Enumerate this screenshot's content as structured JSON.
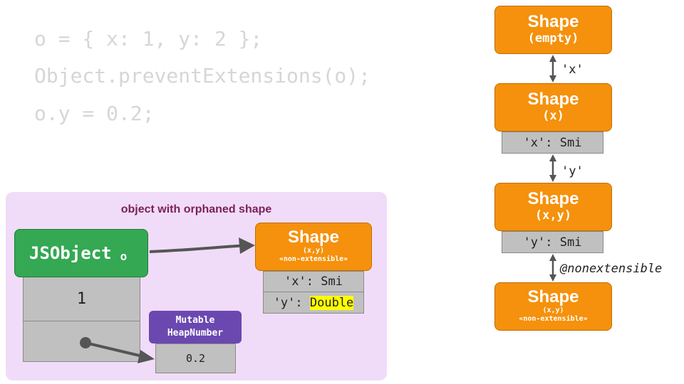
{
  "code_lines": [
    "o = { x: 1, y: 2 };",
    "Object.preventExtensions(o);",
    "o.y = 0.2;"
  ],
  "panel": {
    "title": "object with orphaned shape",
    "jsobject": {
      "label": "JSObject",
      "sub": "o"
    },
    "slot_value": "1",
    "orphan_shape": {
      "title": "Shape",
      "fields": "(x,y)",
      "note": "«non-extensible»",
      "props": [
        {
          "key": "'x': ",
          "type": "Smi"
        },
        {
          "key": "'y': ",
          "type": "Double"
        }
      ]
    },
    "heap_number": {
      "line1": "Mutable",
      "line2": "HeapNumber",
      "value": "0.2"
    }
  },
  "chain": {
    "shape0": {
      "title": "Shape",
      "sub": "(empty)"
    },
    "edge0": "'x'",
    "shape1": {
      "title": "Shape",
      "sub": "(x)",
      "prop": "'x': Smi"
    },
    "edge1": "'y'",
    "shape2": {
      "title": "Shape",
      "sub": "(x,y)",
      "prop": "'y': Smi"
    },
    "edge2": "@nonextensible",
    "shape3": {
      "title": "Shape",
      "fields": "(x,y)",
      "note": "«non-extensible»"
    }
  },
  "colors": {
    "shape": "#f5910c",
    "jsobject": "#34a853",
    "heapnumber": "#6a48b0",
    "panel": "#f0dcf8",
    "highlight": "#ffff00"
  }
}
